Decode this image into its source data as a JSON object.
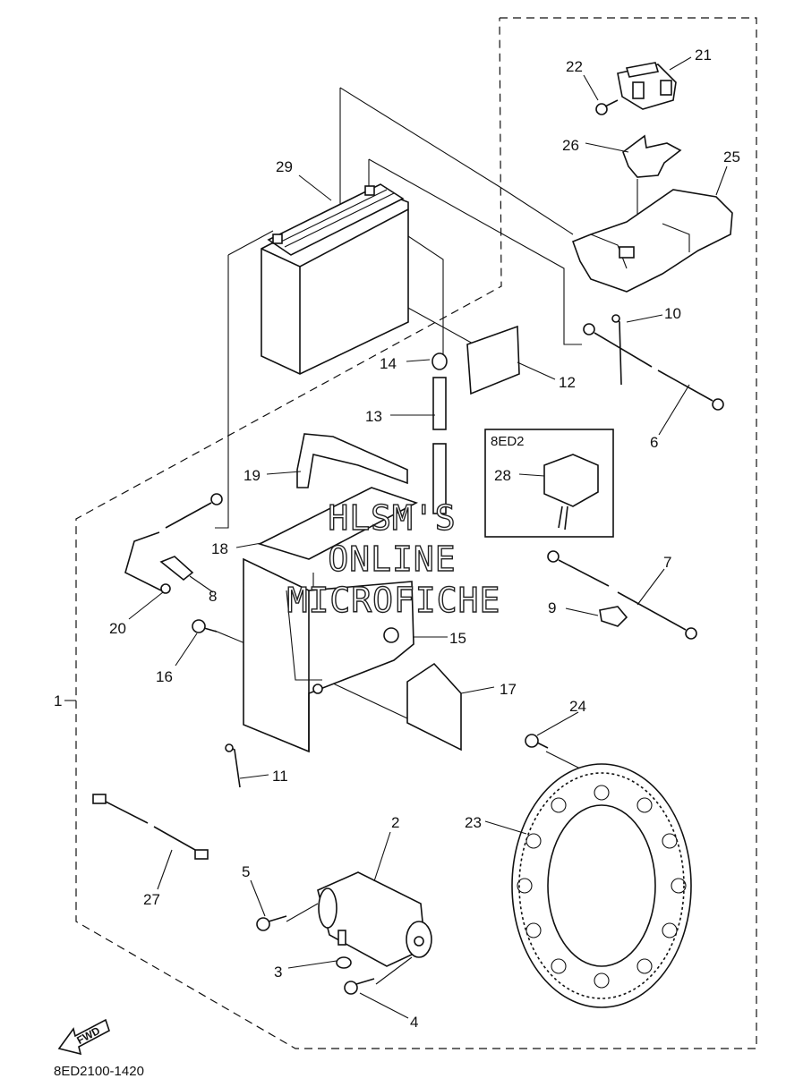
{
  "watermark": {
    "line1": "HLSM'S",
    "line2": "ONLINE",
    "line3": "MICROFICHE"
  },
  "variant_box": {
    "code": "8ED2"
  },
  "fwd_arrow_label": "FWD",
  "diagram_code": "8ED2100-1420",
  "callouts": [
    "1",
    "2",
    "3",
    "4",
    "5",
    "6",
    "7",
    "8",
    "9",
    "10",
    "11",
    "12",
    "13",
    "14",
    "15",
    "16",
    "17",
    "18",
    "19",
    "20",
    "21",
    "22",
    "23",
    "24",
    "25",
    "26",
    "27",
    "28",
    "29"
  ]
}
